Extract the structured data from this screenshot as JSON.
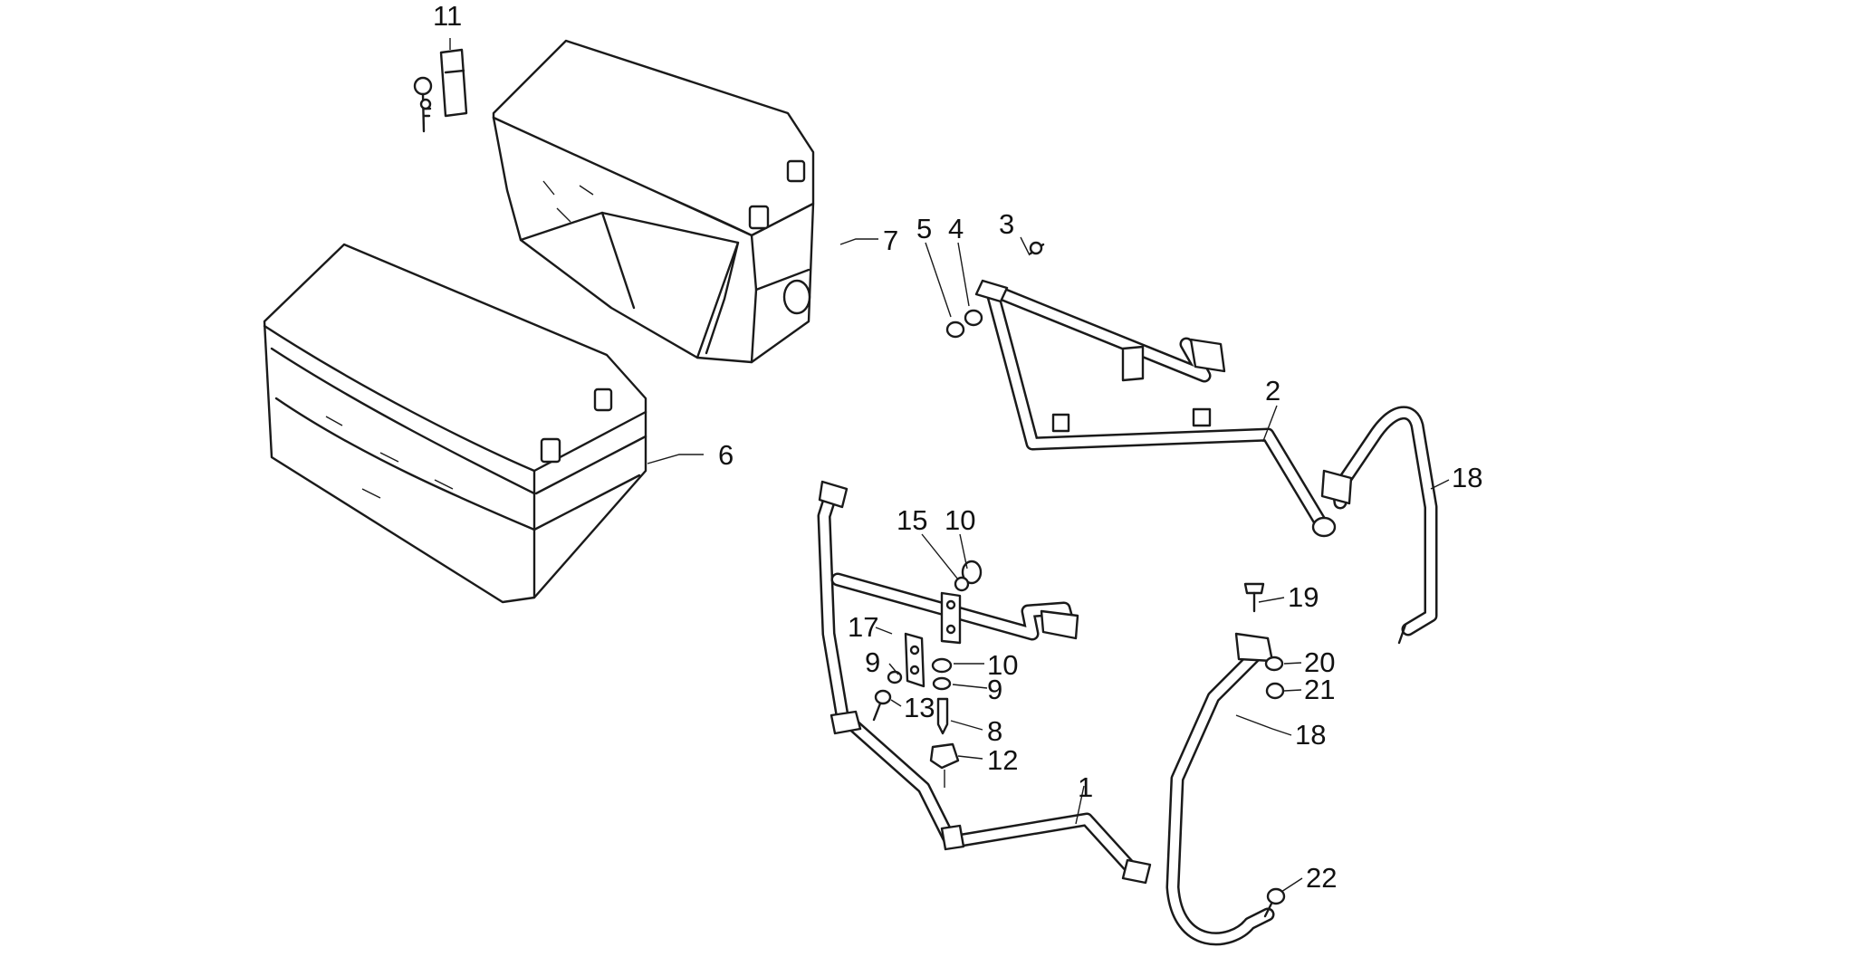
{
  "diagram": {
    "parts": [
      {
        "ref": "1"
      },
      {
        "ref": "2"
      },
      {
        "ref": "3"
      },
      {
        "ref": "4"
      },
      {
        "ref": "5"
      },
      {
        "ref": "6"
      },
      {
        "ref": "7"
      },
      {
        "ref": "8"
      },
      {
        "ref": "9"
      },
      {
        "ref": "9"
      },
      {
        "ref": "10"
      },
      {
        "ref": "10"
      },
      {
        "ref": "11"
      },
      {
        "ref": "12"
      },
      {
        "ref": "13"
      },
      {
        "ref": "15"
      },
      {
        "ref": "17"
      },
      {
        "ref": "18"
      },
      {
        "ref": "18"
      },
      {
        "ref": "19"
      },
      {
        "ref": "20"
      },
      {
        "ref": "21"
      },
      {
        "ref": "22"
      }
    ]
  }
}
